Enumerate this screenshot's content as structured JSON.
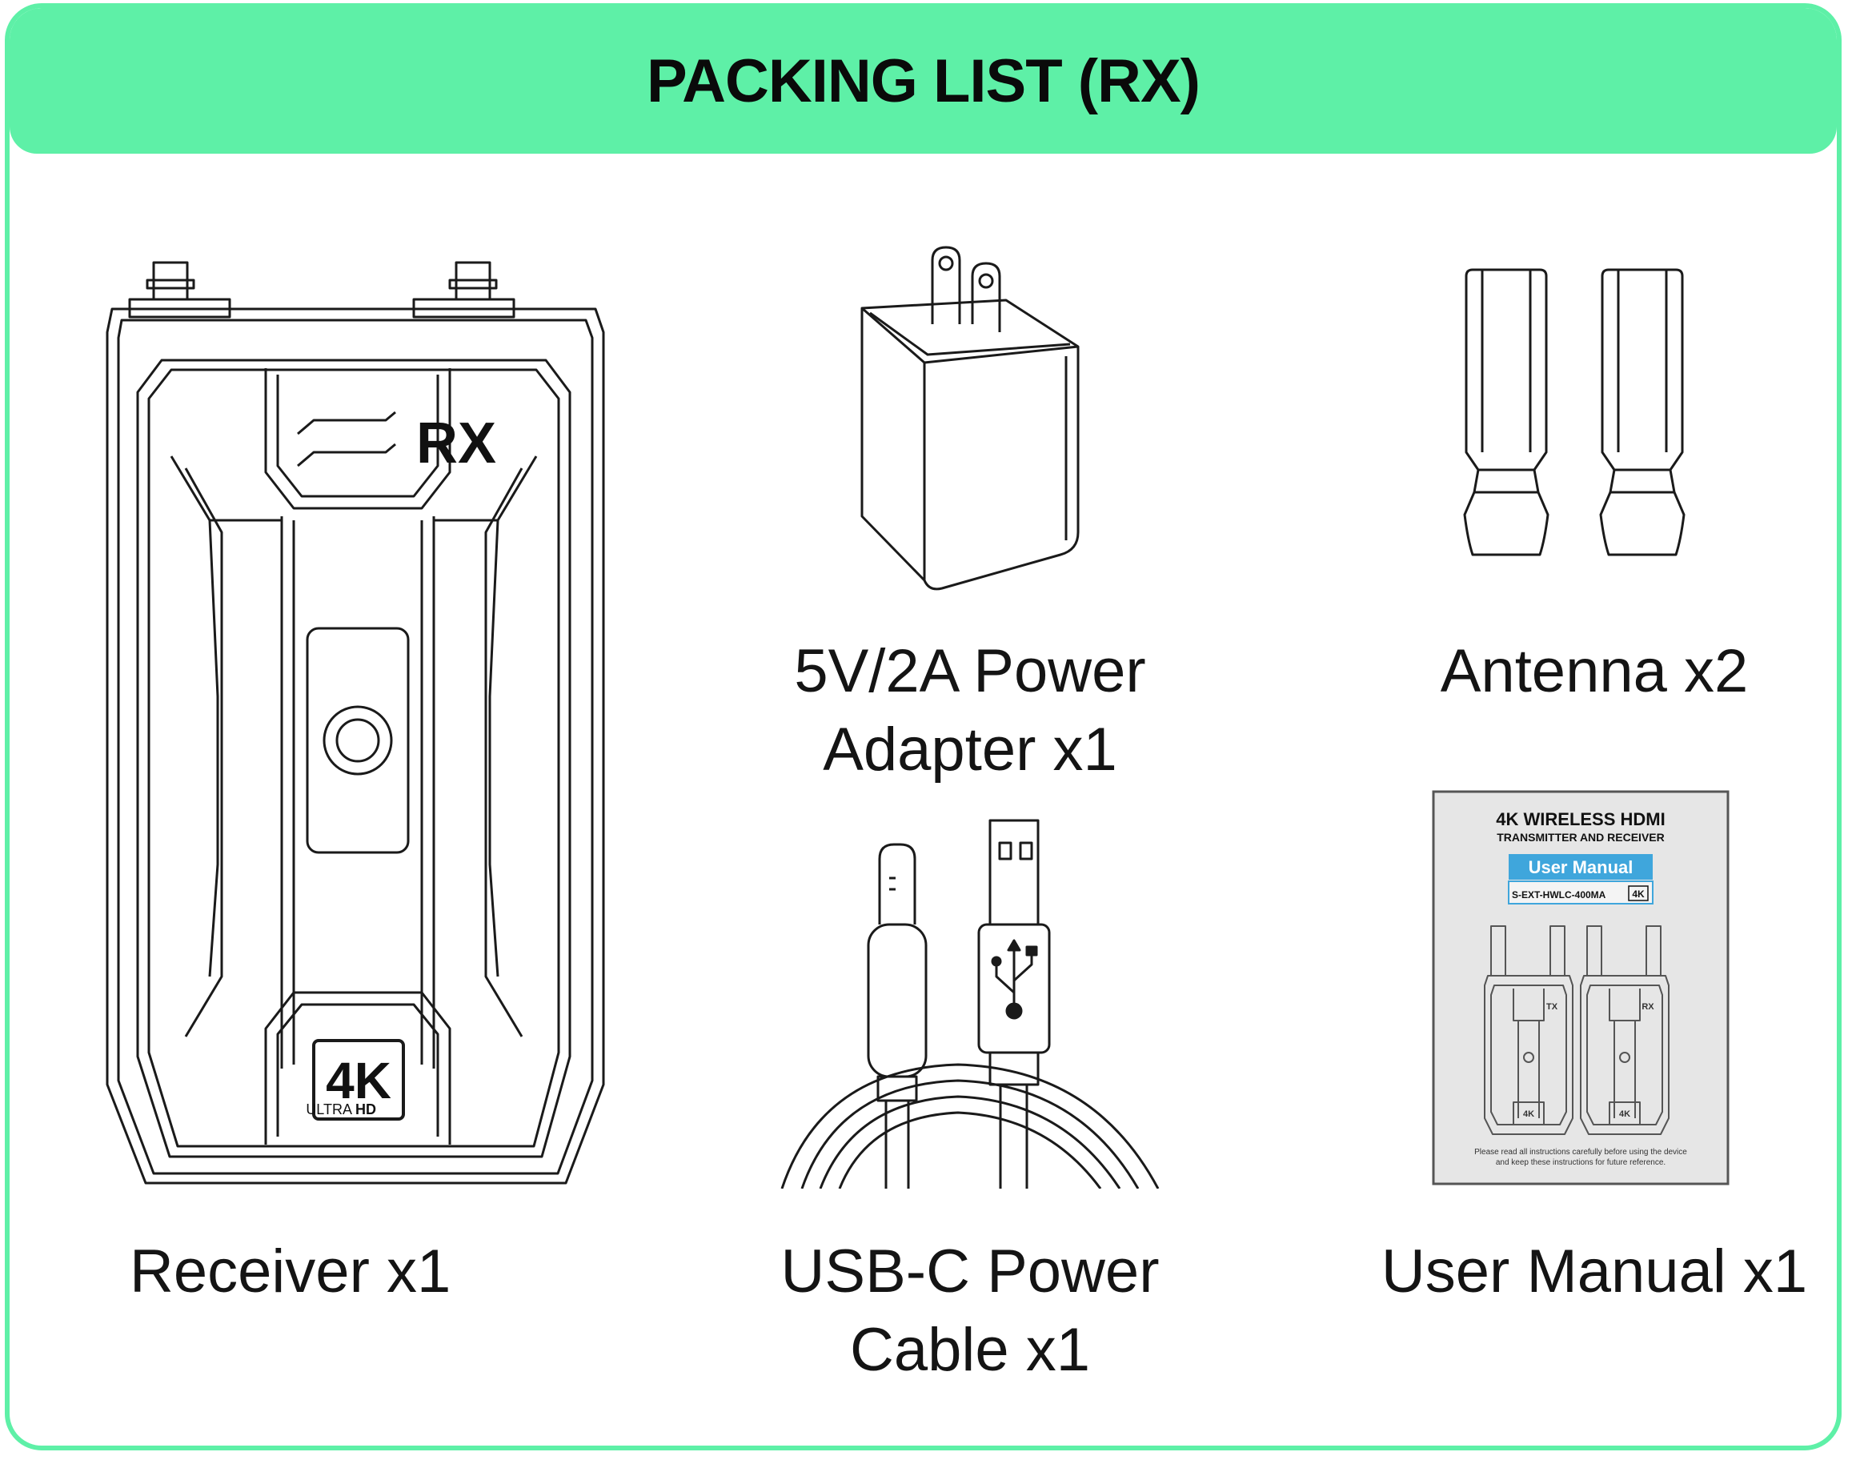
{
  "header": {
    "title": "PACKING LIST (RX)"
  },
  "items": {
    "receiver": {
      "label": "Receiver x1",
      "device_tag": "RX",
      "badge_main": "4K",
      "badge_sub_1": "ULTRA",
      "badge_sub_2": "HD"
    },
    "adapter": {
      "label_line1": "5V/2A Power",
      "label_line2": "Adapter x1"
    },
    "antenna": {
      "label": "Antenna x2"
    },
    "cable": {
      "label_line1": "USB-C Power",
      "label_line2": "Cable x1"
    },
    "manual": {
      "label": "User Manual x1",
      "cover_title": "4K WIRELESS HDMI",
      "cover_subtitle": "TRANSMITTER AND RECEIVER",
      "cover_banner": "User Manual",
      "cover_model": "S-EXT-HWLC-400MA",
      "cover_model_badge": "4K",
      "cover_tx_tag": "TX",
      "cover_rx_tag": "RX",
      "cover_device_badge": "4K",
      "cover_note_line1": "Please read all instructions carefully before using the device",
      "cover_note_line2": "and keep these instructions for future reference."
    }
  },
  "colors": {
    "accent": "#5ef0a7",
    "line_art": "#1a1a1a",
    "manual_cover": "#e6e6e6",
    "manual_banner": "#3fa6dc"
  }
}
